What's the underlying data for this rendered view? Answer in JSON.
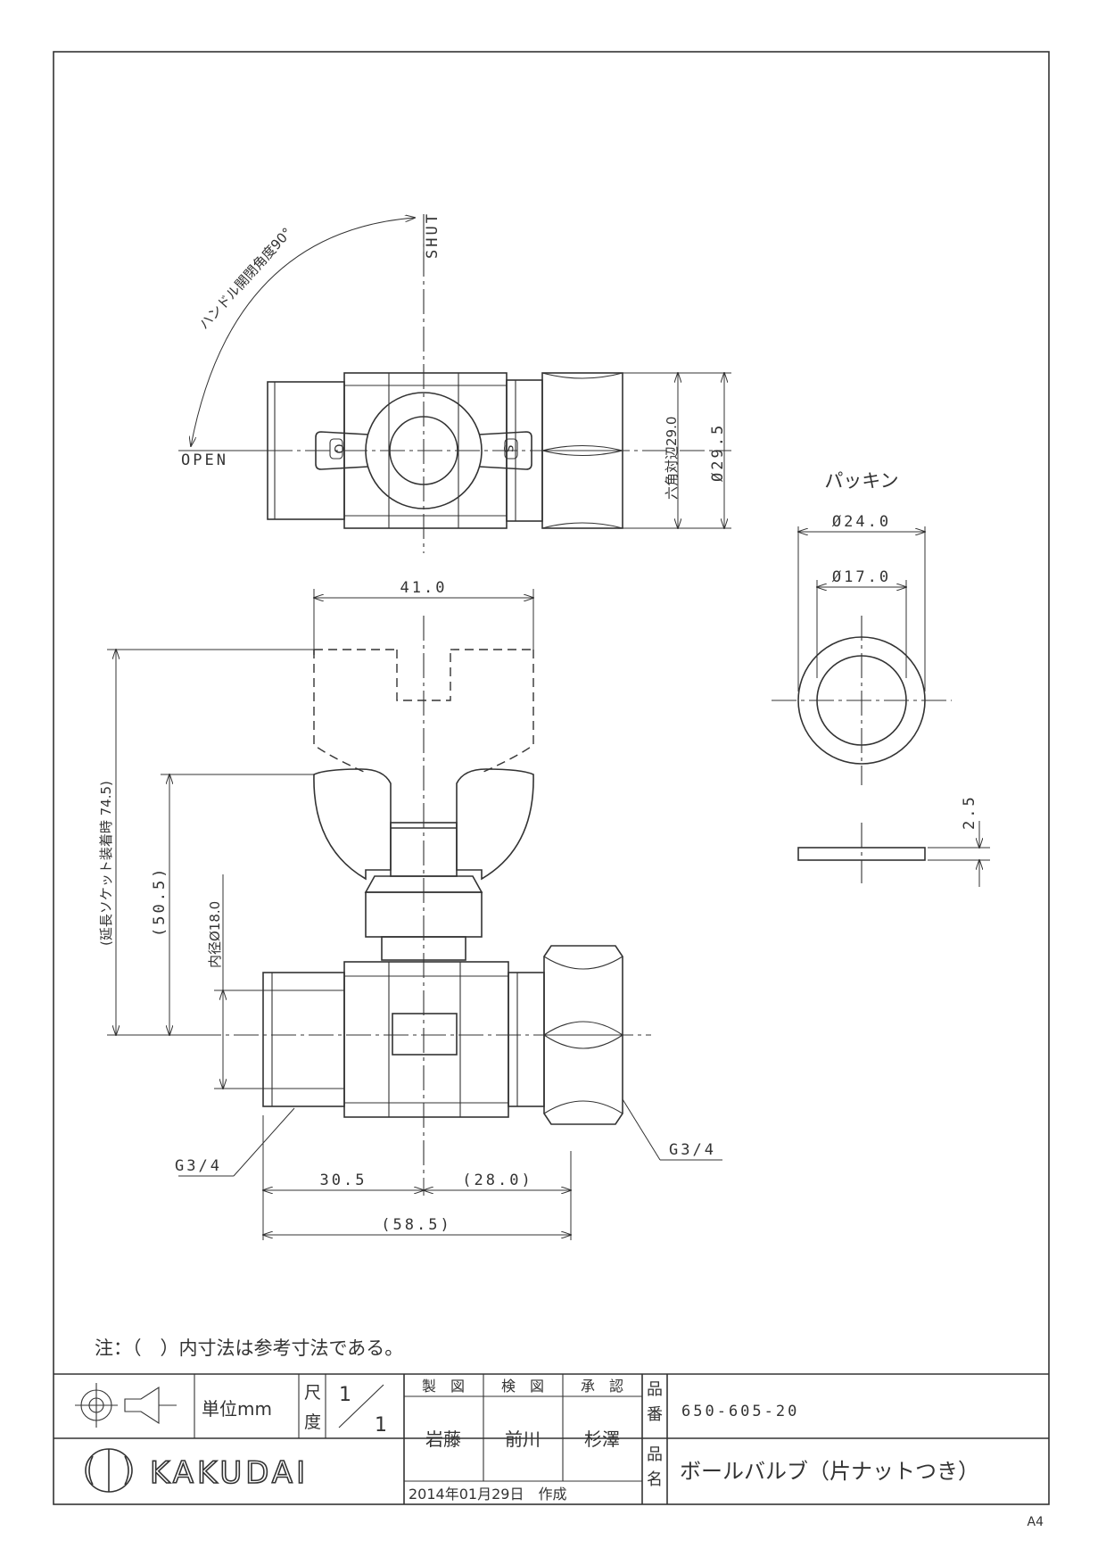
{
  "drawing": {
    "labels": {
      "shut": "SHUT",
      "open": "OPEN",
      "handle_angle": "ハンドル開閉角度90°",
      "handle_o": "O",
      "handle_s": "S",
      "packing_title": "パッキン",
      "thread_left": "G3/4",
      "thread_right": "G3/4"
    },
    "dimensions": {
      "hex_flats": "六角対辺29.0",
      "outer_diameter": "Ø29.5",
      "handle_width": "41.0",
      "extension_height": "(延長ソケット装着時 74.5)",
      "height": "(50.5)",
      "inner_diameter": "内径Ø18.0",
      "left_length": "30.5",
      "right_length": "(28.0)",
      "total_length": "(58.5)",
      "packing_outer": "Ø24.0",
      "packing_inner": "Ø17.0",
      "packing_thickness": "2.5"
    },
    "note": "注：（　）内寸法は参考寸法である。"
  },
  "title_block": {
    "unit_label": "単位mm",
    "scale_label_1": "尺",
    "scale_label_2": "度",
    "scale_num": "1",
    "scale_den": "1",
    "col_drawn": "製　図",
    "col_checked": "検　図",
    "col_approved": "承　認",
    "drawn_by": "岩藤",
    "checked_by": "前川",
    "approved_by": "杉澤",
    "part_no_label_1": "品",
    "part_no_label_2": "番",
    "part_no": "650-605-20",
    "name_label_1": "品",
    "name_label_2": "名",
    "part_name": "ボールバルブ（片ナットつき）",
    "company": "KAKUDAI",
    "date": "2014年01月29日　作成",
    "sheet_size": "A4"
  }
}
